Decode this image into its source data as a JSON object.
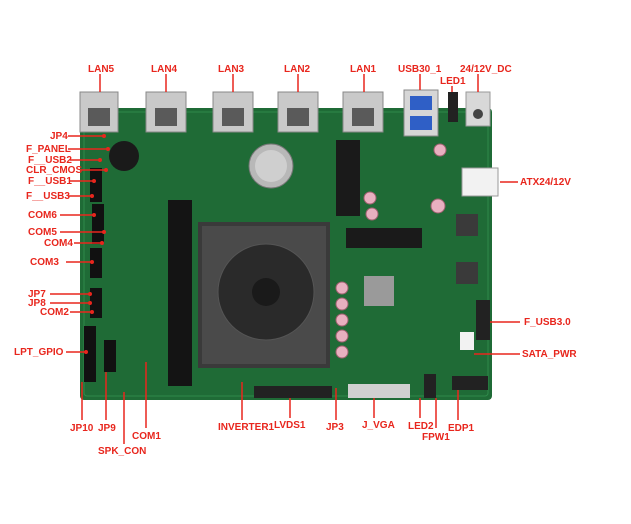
{
  "diagram": {
    "label_color": "#e8261d",
    "board_color": "#1f6b36",
    "labels": {
      "lan5": "LAN5",
      "lan4": "LAN4",
      "lan3": "LAN3",
      "lan2": "LAN2",
      "lan1": "LAN1",
      "usb30_1": "USB30_1",
      "dc_in": "24/12V_DC",
      "led1": "LED1",
      "jp4": "JP4",
      "f_panel": "F_PANEL",
      "f_usb2": "F__USB2",
      "clr_cmos": "CLR_CMOS",
      "f_usb1": "F__USB1",
      "f_usb3": "F__USB3",
      "com6": "COM6",
      "com5": "COM5",
      "com4": "COM4",
      "com3": "COM3",
      "jp7": "JP7",
      "jp8": "JP8",
      "com2": "COM2",
      "lpt_gpio": "LPT_GPIO",
      "jp10": "JP10",
      "jp9": "JP9",
      "spk_con": "SPK_CON",
      "com1": "COM1",
      "inverter1": "INVERTER1",
      "lvds1": "LVDS1",
      "jp3": "JP3",
      "j_vga": "J_VGA",
      "led2": "LED2",
      "fpw1": "FPW1",
      "edp1": "EDP1",
      "atx": "ATX24/12V",
      "f_usb30": "F_USB3.0",
      "sata_pwr": "SATA_PWR"
    }
  }
}
